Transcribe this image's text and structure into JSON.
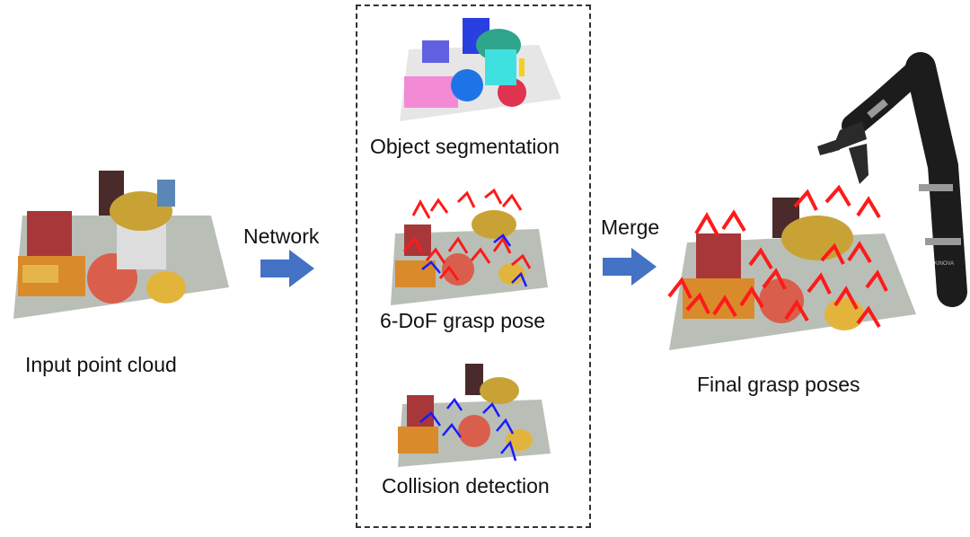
{
  "labels": {
    "input": "Input point cloud",
    "network": "Network",
    "segmentation": "Object segmentation",
    "grasp_pose": "6-DoF grasp pose",
    "collision": "Collision detection",
    "merge": "Merge",
    "final": "Final grasp poses"
  },
  "colors": {
    "arrow": "#4472c4",
    "grasp": "#ff1a1a",
    "collision": "#1a1aff",
    "box_border": "#333333"
  }
}
